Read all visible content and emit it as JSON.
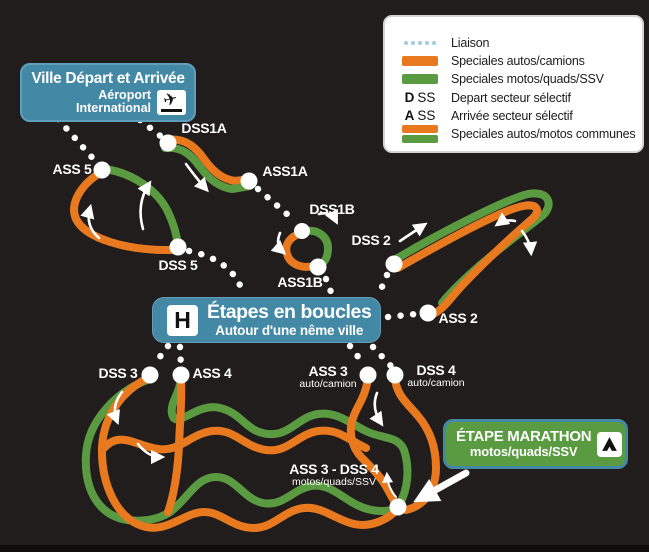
{
  "colors": {
    "bg": "#211d1c",
    "orange": "#e8791f",
    "green": "#5a9a40",
    "teal": "#4389a6",
    "liaison": "#a5cbe0"
  },
  "ville_box": {
    "title": "Ville Départ et Arrivée",
    "subtitle_line1": "Aéroport",
    "subtitle_line2": "International"
  },
  "loop_box": {
    "icon": "H",
    "title": "Étapes en boucles",
    "subtitle": "Autour d'une nême ville"
  },
  "marathon_box": {
    "title": "ÉTAPE MARATHON",
    "subtitle": "motos/quads/SSV"
  },
  "legend": {
    "items": [
      {
        "swatch": "liaison-dots",
        "label": "Liaison"
      },
      {
        "swatch": "orange-bar",
        "label": "Speciales autos/camions"
      },
      {
        "swatch": "green-bar",
        "label": "Speciales motos/quads/SSV"
      },
      {
        "swatch": "dss-abbr",
        "abbr_bold": "D",
        "abbr_rest": "SS",
        "label": "Depart secteur sélectif"
      },
      {
        "swatch": "ass-abbr",
        "abbr_bold": "A",
        "abbr_rest": "SS",
        "label": "Arrivée secteur sélectif"
      },
      {
        "swatch": "communes-bars",
        "label": "Speciales autos/motos communes"
      }
    ]
  },
  "map_labels": [
    {
      "text": "DSS1A"
    },
    {
      "text": "ASS1A"
    },
    {
      "text": "ASS 5"
    },
    {
      "text": "DSS 5"
    },
    {
      "text": "DSS1B"
    },
    {
      "text": "ASS1B"
    },
    {
      "text": "DSS 2"
    },
    {
      "text": "ASS 2"
    },
    {
      "text": "DSS 3"
    },
    {
      "text": "ASS 4"
    },
    {
      "text": "ASS 3",
      "sub": "auto/camion"
    },
    {
      "text": "DSS 4",
      "sub": "auto/camion"
    },
    {
      "text": "ASS 3 - DSS 4",
      "sub": "motos/quads/SSV"
    }
  ]
}
